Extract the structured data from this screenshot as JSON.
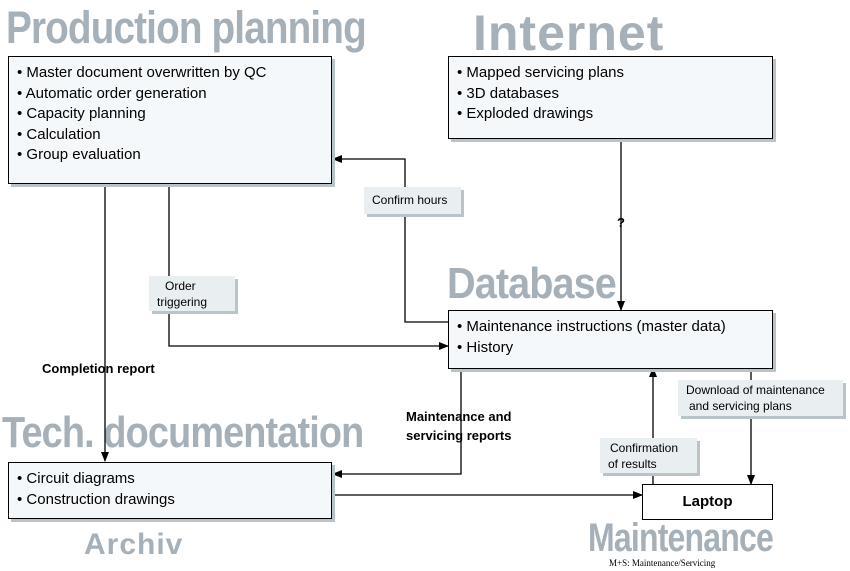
{
  "titles": {
    "production_planning": "Production planning",
    "internet": "Internet",
    "database": "Database",
    "tech_documentation": "Tech. documentation",
    "archiv": "Archiv",
    "maintenance": "Maintenance"
  },
  "boxes": {
    "production": [
      "Master document overwritten by QC",
      "Automatic order generation",
      "Capacity planning",
      "Calculation",
      "Group evaluation"
    ],
    "internet": [
      "Mapped servicing plans",
      "3D databases",
      "Exploded drawings"
    ],
    "database": [
      "Maintenance instructions (master data)",
      "History"
    ],
    "techdoc": [
      "Circuit diagrams",
      "Construction drawings"
    ],
    "laptop": "Laptop"
  },
  "labels": {
    "confirm_hours": "Confirm hours",
    "order_triggering": [
      "Order",
      "triggering"
    ],
    "question": "?",
    "completion_report": "Completion report",
    "maintenance_reports": [
      "Maintenance and",
      "servicing reports"
    ],
    "confirmation_results": [
      "Confirmation",
      "of results"
    ],
    "download_plans": [
      "Download of maintenance",
      "and servicing plans"
    ]
  },
  "footnote": "M+S: Maintenance/Servicing",
  "colors": {
    "title_gray": "#a6b0b8",
    "box_fill": "#f5f8fa",
    "shadow": "#b9c3ca",
    "label_fill": "#e9eef1"
  }
}
